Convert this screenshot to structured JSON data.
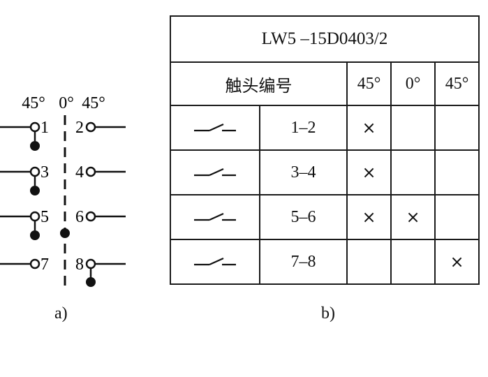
{
  "diagram_a": {
    "header": {
      "left": "45°",
      "center": "0°",
      "right": "45°"
    },
    "contacts": [
      {
        "left": "1",
        "right": "2"
      },
      {
        "left": "3",
        "right": "4"
      },
      {
        "left": "5",
        "right": "6"
      },
      {
        "left": "7",
        "right": "8"
      }
    ]
  },
  "table": {
    "title": "LW5 –15D0403/2",
    "header": {
      "contact_label": "触头编号",
      "positions": [
        "45°",
        "0°",
        "45°"
      ]
    },
    "rows": [
      {
        "contacts": "1–2",
        "marks": [
          "×",
          "",
          ""
        ]
      },
      {
        "contacts": "3–4",
        "marks": [
          "×",
          "",
          ""
        ]
      },
      {
        "contacts": "5–6",
        "marks": [
          "×",
          "×",
          ""
        ]
      },
      {
        "contacts": "7–8",
        "marks": [
          "",
          "",
          "×"
        ]
      }
    ]
  },
  "captions": {
    "a": "a)",
    "b": "b)"
  }
}
